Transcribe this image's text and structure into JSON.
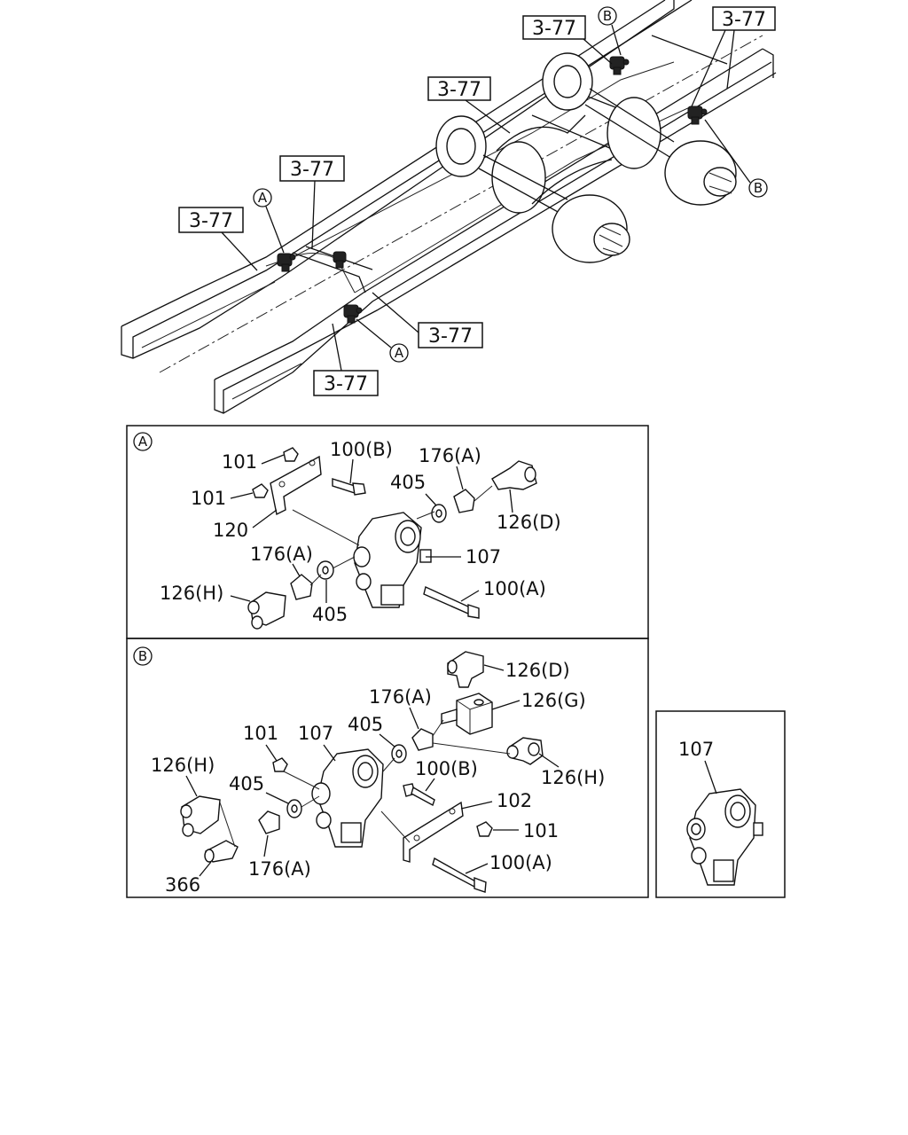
{
  "overview": {
    "ref_label": "3-77",
    "callout_a": "A",
    "callout_b": "B"
  },
  "panel_a": {
    "marker": "A",
    "labels": {
      "p101_top": "101",
      "p101_mid": "101",
      "p120": "120",
      "p100b": "100(B)",
      "p405_top": "405",
      "p176a_top": "176(A)",
      "p126d": "126(D)",
      "p107": "107",
      "p176a_left": "176(A)",
      "p126h": "126(H)",
      "p405_bot": "405",
      "p100a": "100(A)"
    }
  },
  "panel_b": {
    "marker": "B",
    "labels": {
      "p126d": "126(D)",
      "p176a_top": "176(A)",
      "p126g": "126(G)",
      "p101_top": "101",
      "p107": "107",
      "p405_top": "405",
      "p126h_left": "126(H)",
      "p126h_right": "126(H)",
      "p100b": "100(B)",
      "p405_left": "405",
      "p102": "102",
      "p101_right": "101",
      "p366": "366",
      "p176a_bot": "176(A)",
      "p100a": "100(A)"
    }
  },
  "panel_c": {
    "labels": {
      "p107": "107"
    }
  }
}
